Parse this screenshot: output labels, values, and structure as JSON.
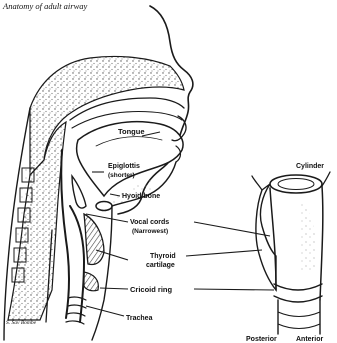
{
  "title": "Anatomy of adult airway",
  "labels": {
    "tongue": "Tongue",
    "epiglottis": "Epiglottis",
    "epiglottis_sub": "(shorter)",
    "hyoid": "Hyoid bone",
    "vocal": "Vocal cords",
    "vocal_sub": "(Narrowest)",
    "thyroid": "Thyroid",
    "thyroid_sub": "cartilage",
    "cricoid": "Cricoid ring",
    "trachea": "Trachea",
    "cylinder": "Cylinder",
    "posterior": "Posterior",
    "anterior": "Anterior"
  },
  "credit": "S. Sav Bombe"
}
